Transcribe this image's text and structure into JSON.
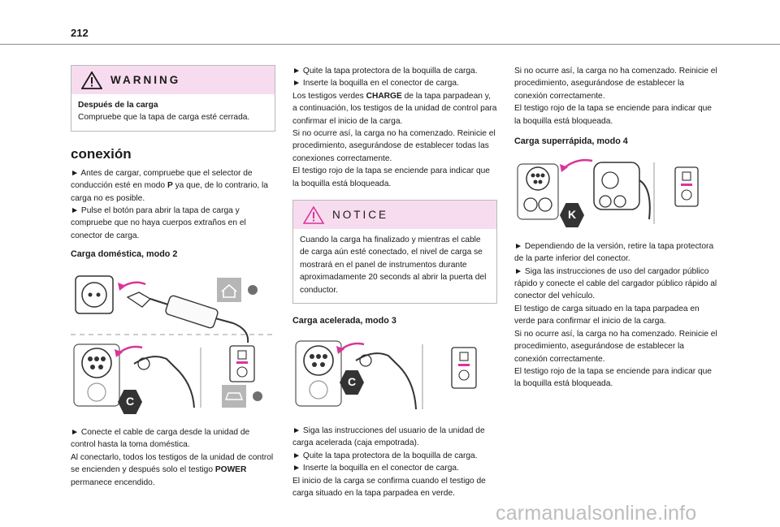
{
  "page_number": "212",
  "warning": {
    "title": "WARNING",
    "heading": "Después de la carga",
    "text": "Compruebe que la tapa de carga esté cerrada."
  },
  "section_title": "conexión",
  "col1": {
    "b1_pre": "► Antes de cargar, compruebe que el selector de conducción esté en modo ",
    "b1_bold": "P",
    "b1_post": " ya que, de lo contrario, la carga no es posible.",
    "b2": "► Pulse el botón para abrir la tapa de carga y compruebe que no haya cuerpos extraños en el conector de carga.",
    "sub_title": "Carga doméstica, modo 2",
    "after1": "► Conecte el cable de carga desde la unidad de control hasta la toma doméstica.",
    "after2_pre": "Al conectarlo, todos los testigos de la unidad de control se encienden y después solo el testigo ",
    "after2_bold": "POWER",
    "after2_post": " permanece encendido."
  },
  "col2": {
    "b1": "► Quite la tapa protectora de la boquilla de carga.",
    "b2": "► Inserte la boquilla en el conector de carga.",
    "p1_pre": "Los testigos verdes ",
    "p1_bold": "CHARGE",
    "p1_post": " de la tapa parpadean y, a continuación, los testigos de la unidad de control para confirmar el inicio de la carga.",
    "p2": "Si no ocurre así, la carga no ha comenzado. Reinicie el procedimiento, asegurándose de establecer todas las conexiones correctamente.",
    "p3": "El testigo rojo de la tapa se enciende para indicar que la boquilla está bloqueada.",
    "notice_title": "NOTICE",
    "notice_text": "Cuando la carga ha finalizado y mientras el cable de carga aún esté conectado, el nivel de carga se mostrará en el panel de instrumentos durante aproximadamente 20 seconds al abrir la puerta del conductor.",
    "sub_title": "Carga acelerada, modo 3",
    "a1": "► Siga las instrucciones del usuario de la unidad de carga acelerada (caja empotrada).",
    "a2": "► Quite la tapa protectora de la boquilla de carga.",
    "a3": "► Inserte la boquilla en el conector de carga.",
    "a4": "El inicio de la carga se confirma cuando el testigo de carga situado en la tapa parpadea en verde."
  },
  "col3": {
    "p1": "Si no ocurre así, la carga no ha comenzado. Reinicie el procedimiento, asegurándose de establecer la conexión correctamente.",
    "p2": "El testigo rojo de la tapa se enciende para indicar que la boquilla está bloqueada.",
    "sub_title": "Carga superrápida, modo 4",
    "b1": "► Dependiendo de la versión, retire la tapa protectora de la parte inferior del conector.",
    "b2": "► Siga las instrucciones de uso del cargador público rápido y conecte el cable del cargador público rápido al conector del vehículo.",
    "p3": "El testigo de carga situado en la tapa parpadea en verde para confirmar el inicio de la carga.",
    "p4": "Si no ocurre así, la carga no ha comenzado. Reinicie el procedimiento, asegurándose de establecer la conexión correctamente.",
    "p5": "El testigo rojo de la tapa se enciende para indicar que la boquilla está bloqueada."
  },
  "figure_letters": {
    "c": "C",
    "k": "K"
  },
  "colors": {
    "box_header": "#f7dcef",
    "arrow": "#d8359b",
    "badge": "#333333",
    "lock_bar": "#d8359b"
  },
  "watermark": "carmanualsonline.info"
}
